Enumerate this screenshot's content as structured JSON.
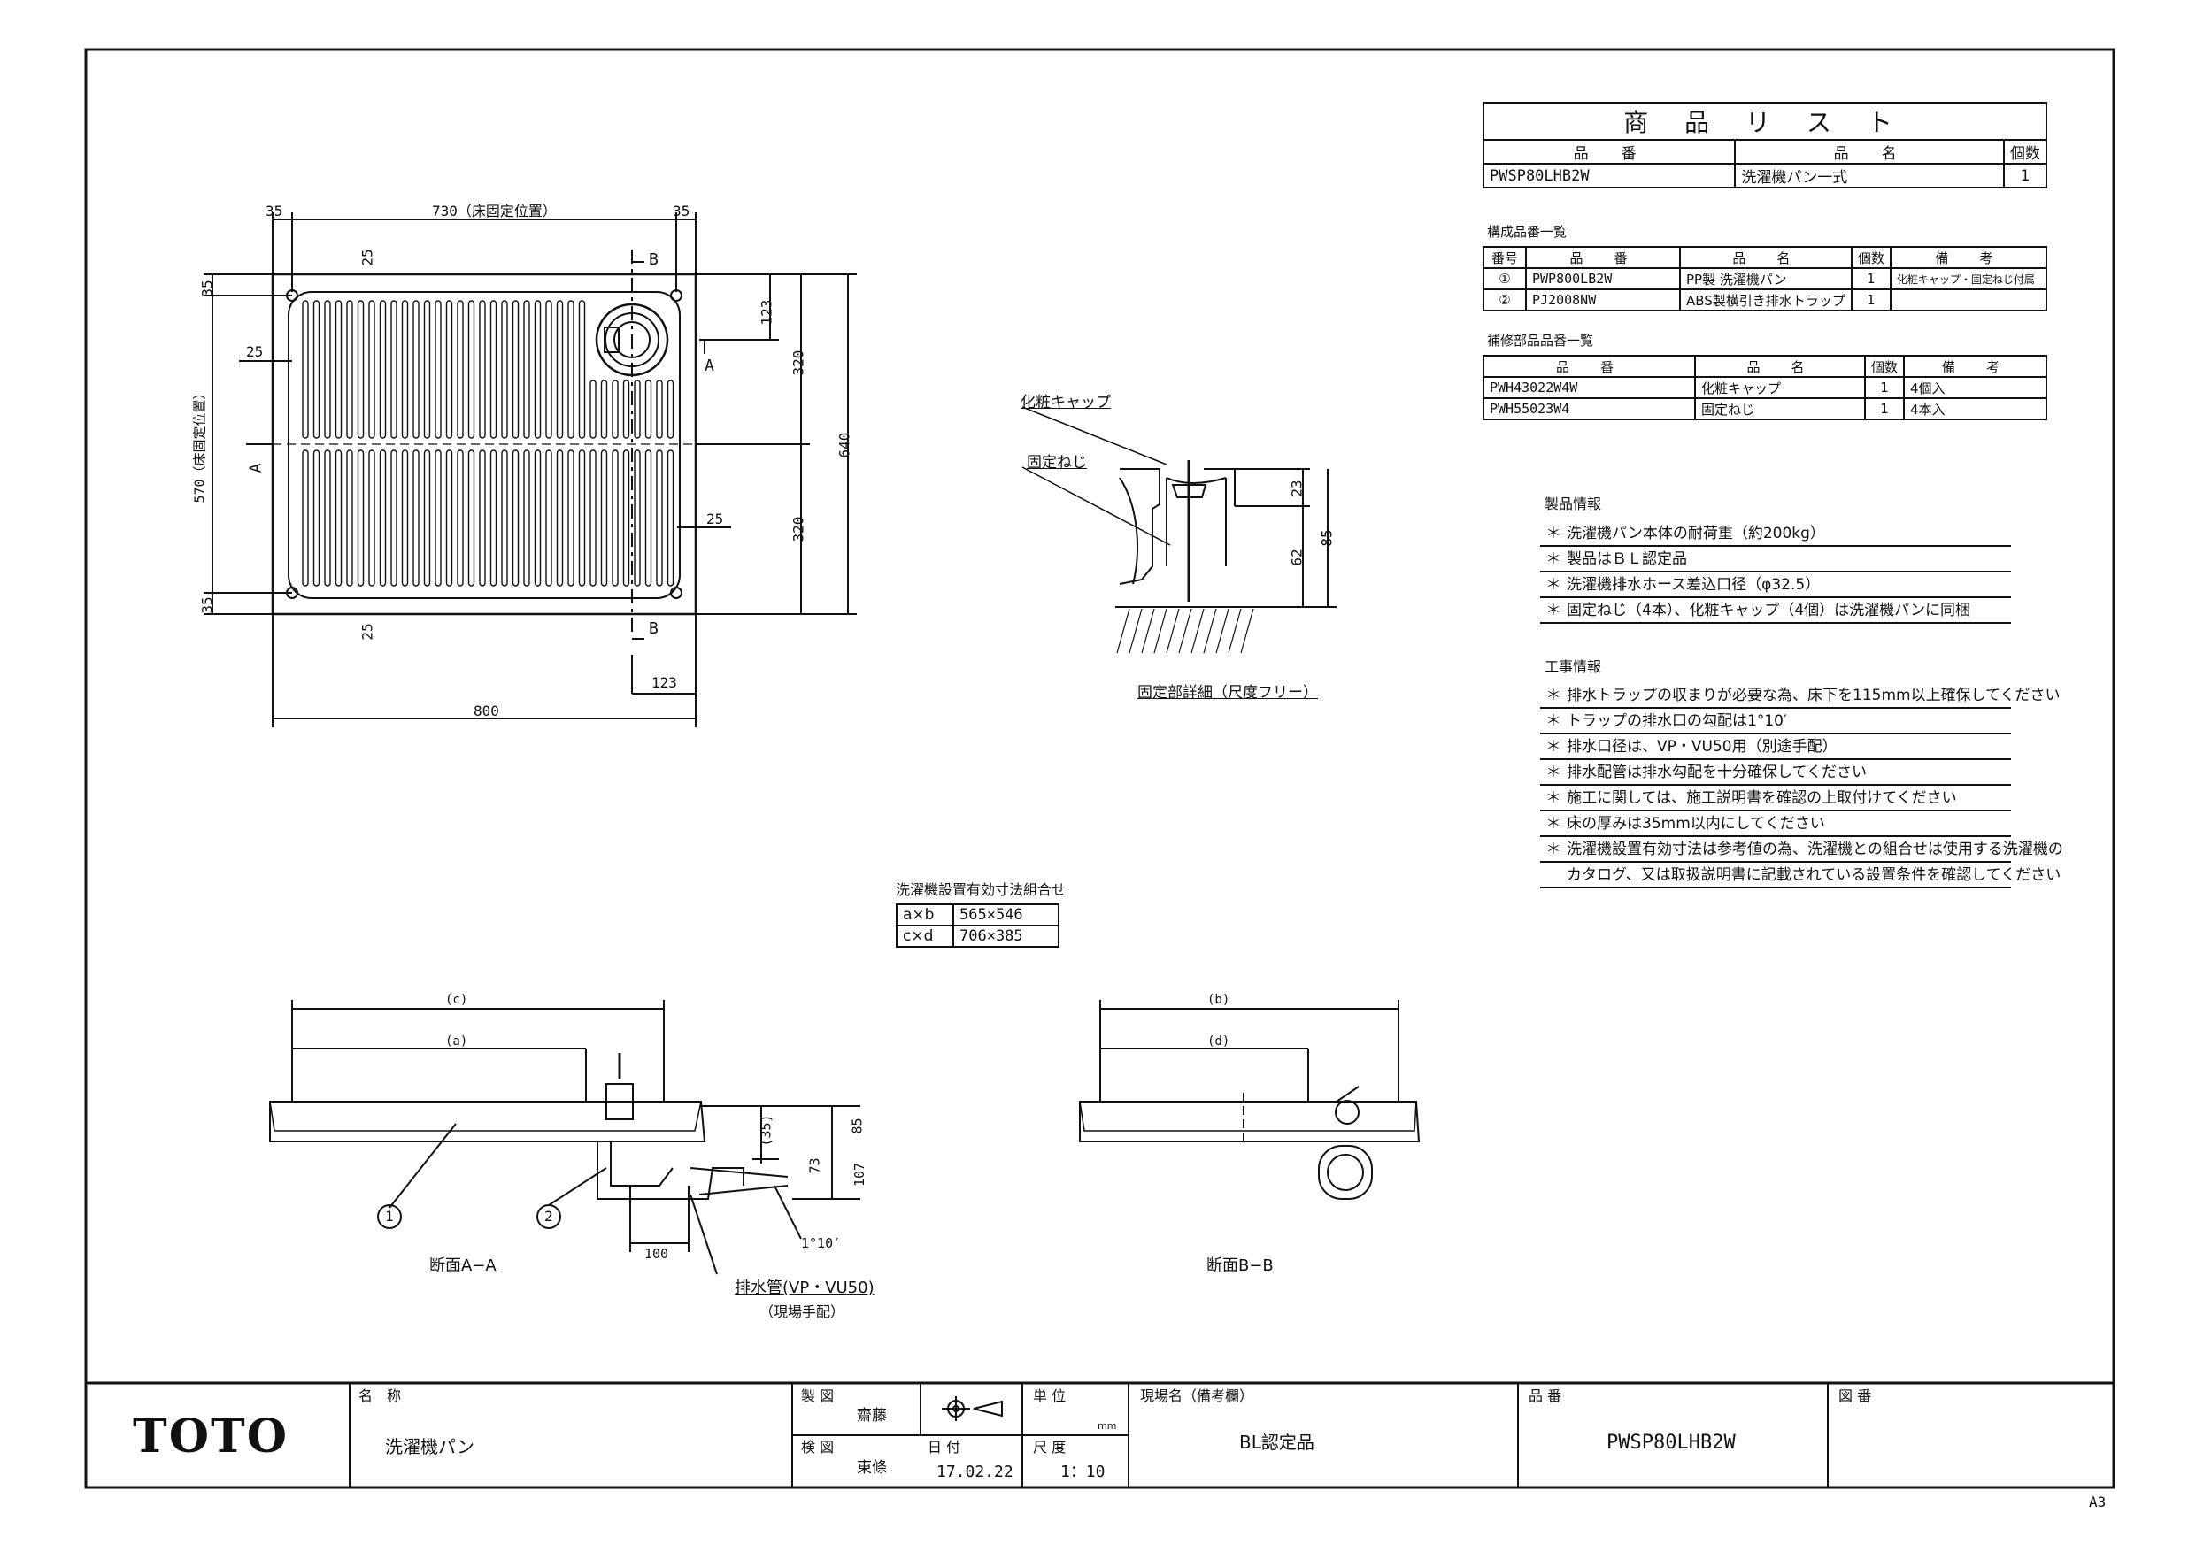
{
  "product_list": {
    "title": "商 品 リ ス ト",
    "headers": [
      "品　番",
      "品　名",
      "個数"
    ],
    "rows": [
      [
        "PWSP80LHB2W",
        "洗濯機パン一式",
        "1"
      ]
    ]
  },
  "components": {
    "title": "構成品番一覧",
    "headers": [
      "番号",
      "品　番",
      "品　名",
      "個数",
      "備　考"
    ],
    "rows": [
      [
        "①",
        "PWP800LB2W",
        "PP製 洗濯機パン",
        "1",
        "化粧キャップ・固定ねじ付属"
      ],
      [
        "②",
        "PJ2008NW",
        "ABS製横引き排水トラップ",
        "1",
        ""
      ]
    ]
  },
  "repair_parts": {
    "title": "補修部品品番一覧",
    "headers": [
      "品　番",
      "品　名",
      "個数",
      "備　考"
    ],
    "rows": [
      [
        "PWH43022W4W",
        "化粧キャップ",
        "1",
        "4個入"
      ],
      [
        "PWH55023W4",
        "固定ねじ",
        "1",
        "4本入"
      ]
    ]
  },
  "product_info": {
    "title": "製品情報",
    "mark": "＊",
    "items": [
      "洗濯機パン本体の耐荷重（約200kg）",
      "製品はＢＬ認定品",
      "洗濯機排水ホース差込口径（φ32.5）",
      "固定ねじ（4本）、化粧キャップ（4個）は洗濯機パンに同梱"
    ]
  },
  "work_info": {
    "title": "工事情報",
    "mark": "＊",
    "items": [
      "排水トラップの収まりが必要な為、床下を115mm以上確保してください",
      "トラップの排水口の勾配は1°10′",
      "排水口径は、VP・VU50用（別途手配）",
      "排水配管は排水勾配を十分確保してください",
      "施工に関しては、施工説明書を確認の上取付けてください",
      "床の厚みは35mm以内にしてください",
      "洗濯機設置有効寸法は参考値の為、洗濯機との組合せは使用する洗濯機の"
    ],
    "continuation": "カタログ、又は取扱説明書に記載されている設置条件を確認してください"
  },
  "effective_dims": {
    "title": "洗濯機設置有効寸法組合せ",
    "rows": [
      [
        "a×b",
        "565×546"
      ],
      [
        "c×d",
        "706×385"
      ]
    ]
  },
  "plan_view": {
    "dims": {
      "top_left": "35",
      "top_mid": "730（床固定位置）",
      "top_right": "35",
      "top_25": "25",
      "b_top": "B",
      "right_123": "123",
      "a_right": "A",
      "right_320_top": "320",
      "right_640": "640",
      "right_320_bottom": "320",
      "right_25": "25",
      "left_35_top": "35",
      "left_25": "25",
      "left_570": "570（床固定位置）",
      "a_left": "A",
      "left_35_bottom": "35",
      "bottom_25": "25",
      "b_bottom": "B",
      "bottom_123": "123",
      "bottom_800": "800"
    }
  },
  "detail": {
    "cap_label": "化粧キャップ",
    "screw_label": "固定ねじ",
    "dim_23": "23",
    "dim_62": "62",
    "dim_85": "85",
    "caption": "固定部詳細（尺度フリー）"
  },
  "section_aa": {
    "c": "(c)",
    "a": "(a)",
    "d35": "(35)",
    "d85": "85",
    "d73": "73",
    "d107": "107",
    "d100": "100",
    "slope": "1°10′",
    "n1": "1",
    "n2": "2",
    "pipe": "排水管(VP・VU50)",
    "pipe_note": "（現場手配）",
    "caption": "断面A−A"
  },
  "section_bb": {
    "b": "(b)",
    "d": "(d)",
    "caption": "断面B−B"
  },
  "title_block": {
    "logo": "TOTO",
    "name_label": "名　称",
    "name": "洗濯機パン",
    "drawn_label": "製 図",
    "drawn_by": "齋藤",
    "checked_label": "検 図",
    "checked_by": "東條",
    "date_label": "日 付",
    "date": "17.02.22",
    "unit_label": "単 位",
    "unit": "mm",
    "scale_label": "尺 度",
    "scale": "1：10",
    "site_label": "現場名（備考欄）",
    "site": "BL認定品",
    "part_label": "品 番",
    "part": "PWSP80LHB2W",
    "drawing_label": "図 番",
    "drawing_no": ""
  },
  "paper_size": "A3"
}
